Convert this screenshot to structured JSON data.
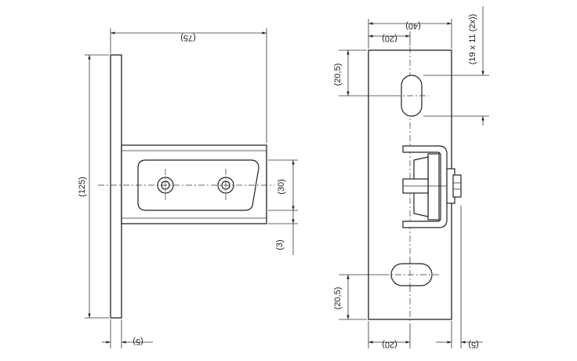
{
  "side_view": {
    "dim_overall_width": "(75)",
    "dim_overall_height": "(125)",
    "dim_channel_height": "(30)",
    "dim_channel_lip": "(3)",
    "dim_plate_thickness": "(5)"
  },
  "front_view": {
    "dim_total_width": "(40)",
    "dim_half_width_top": "(20)",
    "dim_slot_spec": "(19 x 11 (2x))",
    "dim_slot_top_offset": "(20,5)",
    "dim_slot_bottom_offset": "(20,5)",
    "dim_half_width_bottom": "(20)",
    "dim_plate_thickness": "(5)"
  }
}
